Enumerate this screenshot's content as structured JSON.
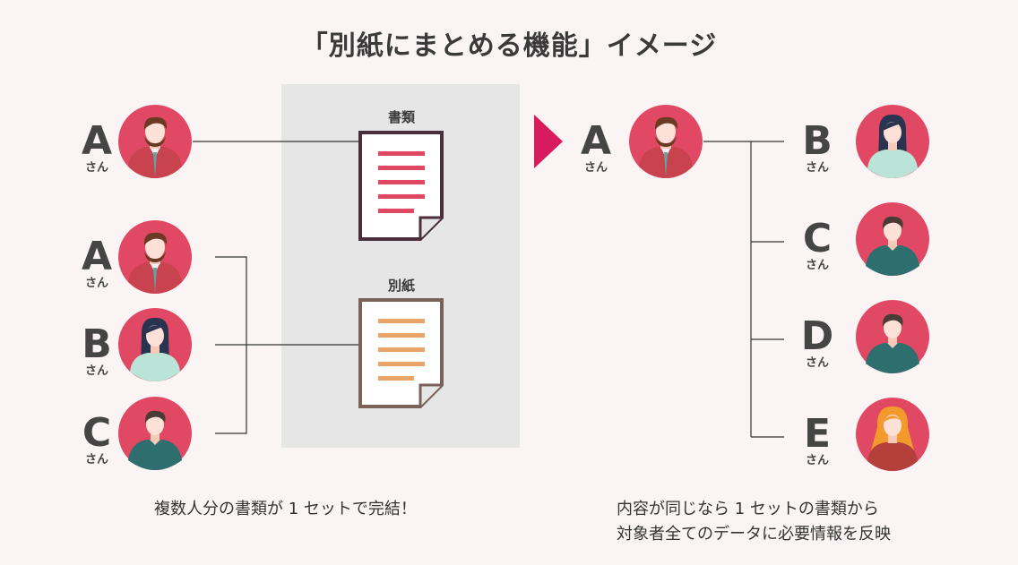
{
  "title": "「別紙にまとめる機能」イメージ",
  "left": {
    "people_top": {
      "letter": "A",
      "suffix": "さん"
    },
    "people_group": [
      {
        "letter": "A",
        "suffix": "さん"
      },
      {
        "letter": "B",
        "suffix": "さん"
      },
      {
        "letter": "C",
        "suffix": "さん"
      }
    ],
    "doc_labels": [
      "書類",
      "別紙"
    ],
    "caption": "複数人分の書類が 1 セットで完結！"
  },
  "right": {
    "source": {
      "letter": "A",
      "suffix": "さん"
    },
    "targets": [
      {
        "letter": "B",
        "suffix": "さん"
      },
      {
        "letter": "C",
        "suffix": "さん"
      },
      {
        "letter": "D",
        "suffix": "さん"
      },
      {
        "letter": "E",
        "suffix": "さん"
      }
    ],
    "caption_lines": [
      "内容が同じなら 1 セットの書類から",
      "対象者全てのデータに必要情報を反映"
    ]
  },
  "colors": {
    "avatar_bg": "#e14864",
    "doc1_lines": "#e14864",
    "doc2_lines": "#e9a46a",
    "arrow": "#d81b5c"
  }
}
